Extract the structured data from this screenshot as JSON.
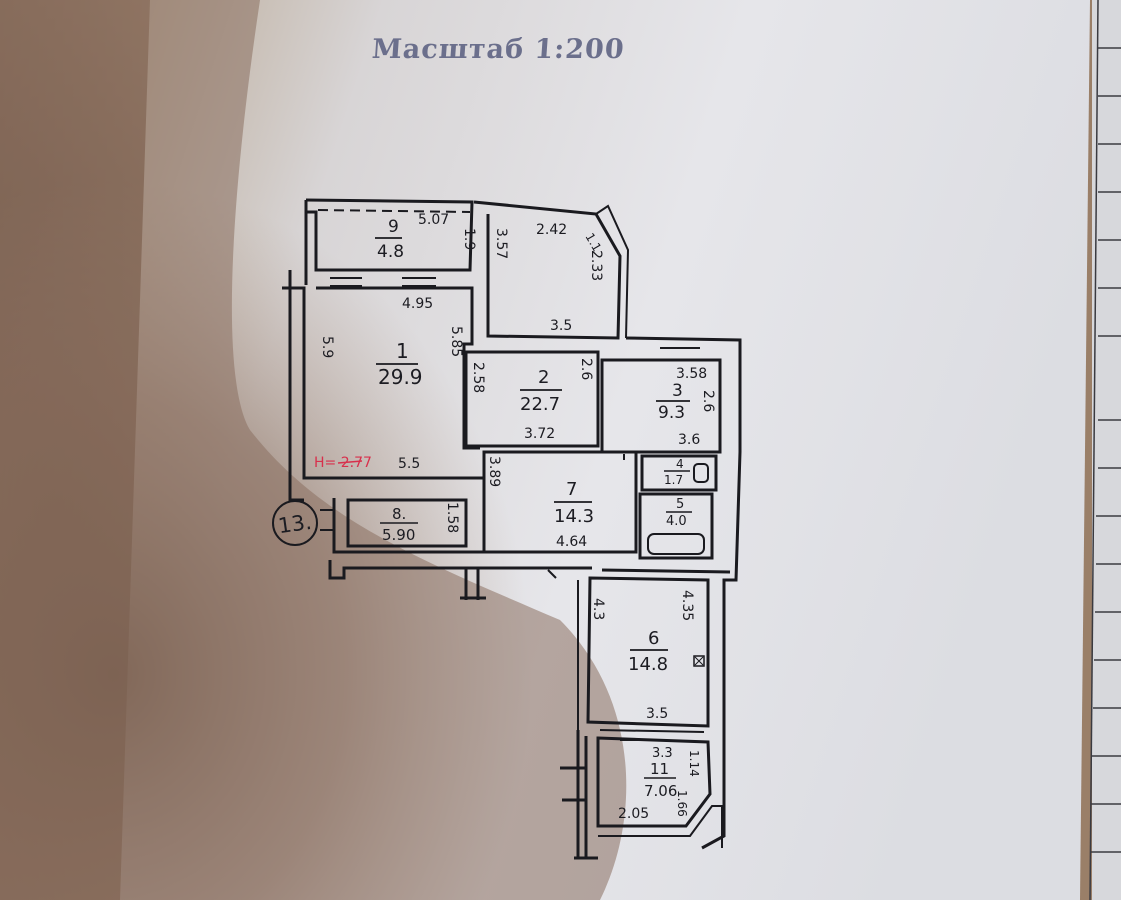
{
  "scale_label": "Масштаб 1:200",
  "plan_number": "13.",
  "height_note": "Н= 2.77",
  "rooms": [
    {
      "id": "room-1",
      "number": "1",
      "area": "29.9"
    },
    {
      "id": "room-2",
      "number": "2",
      "area": "22.7"
    },
    {
      "id": "room-3",
      "number": "3",
      "area": "9.3"
    },
    {
      "id": "room-4",
      "number": "4",
      "area": "1.7"
    },
    {
      "id": "room-5",
      "number": "5",
      "area": "4.0"
    },
    {
      "id": "room-6",
      "number": "6",
      "area": "14.8"
    },
    {
      "id": "room-7",
      "number": "7",
      "area": "14.3"
    },
    {
      "id": "room-8",
      "number": "8.",
      "area": "5.90"
    },
    {
      "id": "room-9",
      "number": "9",
      "area": "4.8"
    },
    {
      "id": "room-10",
      "number": "",
      "area": ""
    },
    {
      "id": "room-11",
      "number": "11",
      "area": "7.06"
    }
  ],
  "dimensions": {
    "r9_top": "5.07",
    "r9_side": "1.9",
    "r10_top": "2.42",
    "r10_left": "3.57",
    "r10_diag": "1.1",
    "r10_right": "2.33",
    "r10_bottom": "3.5",
    "r1_top": "4.95",
    "r1_left": "5.9",
    "r1_right": "5.85",
    "r1_bottom": "5.5",
    "r2_left": "2.58",
    "r2_right": "2.6",
    "r2_bottom": "3.72",
    "r3_top": "3.58",
    "r3_right": "2.6",
    "r3_bottom": "3.6",
    "r7_left": "3.89",
    "r7_bottom": "4.64",
    "r8_right": "1.58",
    "r6_left": "4.3",
    "r6_right": "4.35",
    "r6_bottom": "3.5",
    "r11_top": "3.3",
    "r11_right1": "1.14",
    "r11_right2": "1.66",
    "r11_bottom": "2.05"
  }
}
